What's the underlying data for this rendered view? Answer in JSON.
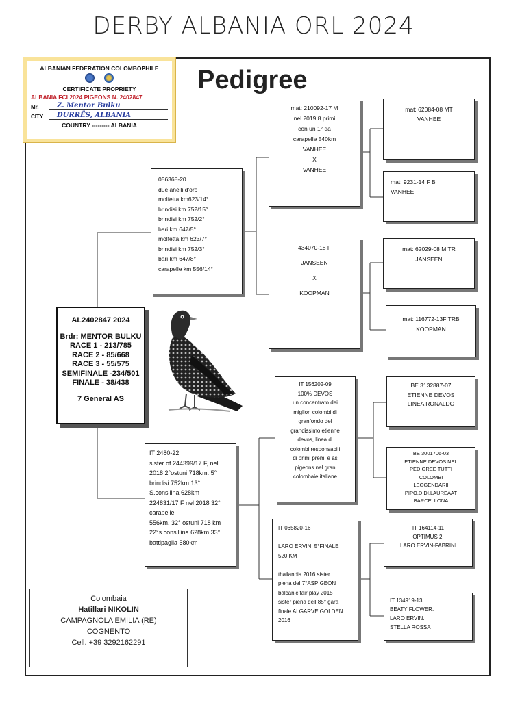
{
  "title": "DERBY ALBANIA ORL 2024",
  "heading": "Pedigree",
  "certificate": {
    "federation": "ALBANIAN FEDERATION COLOMBOPHILE",
    "certificate_label": "CERTIFICATE PROPRIETY",
    "pigeons_line": "ALBANIA FCI 2024 PIGEONS N. 2402847",
    "mr_label": "Mr.",
    "mr_value": "Z. Mentor Bulku",
    "city_label": "CITY",
    "city_value": "DURRËS, ALBANIA",
    "country_line": "COUNTRY --------- ALBANIA"
  },
  "main_bird": {
    "ring": "AL2402847 2024",
    "breeder": "Brdr: MENTOR BULKU",
    "race1": "RACE 1 - 213/785",
    "race2": "RACE 2 - 85/668",
    "race3": "RACE 3 - 55/575",
    "semifinale": "SEMIFINALE -234/501",
    "finale": "FINALE - 38/438",
    "general": "7 General AS"
  },
  "sire": {
    "text": "056368-20\ndue anelli d'oro\nmolfetta km623/14°\nbrindisi km 752/15°\nbrindisi km 752/2°\n    bari km 647/5°\nmolfetta km 623/7°\nbrindisi km 752/3°\nbari km 647/8°\ncarapelle km 556/14°"
  },
  "dam": {
    "text": "          IT 2480-22\nsister of 244399/17 F, nel\n2018 2°ostuni 718km. 5°\nbrindisi 752km 13°\nS.consilina 628km\n224831/17 F nel 2018 32°\ncarapelle\n 556km. 32° ostuni 718 km\n22°s.consillina 628km 33°\nbattipaglia 580km"
  },
  "sire_sire": {
    "text": "mat: 210092-17 M\nnel 2019 8 primi\ncon un 1° da\ncarapelle 540km\nVANHEE\nX\nVANHEE"
  },
  "sire_dam": {
    "text": "434070-18 F\nJANSEEN\nX\nKOOPMAN"
  },
  "dam_sire": {
    "text": "IT 156202-09\n100% DEVOS\nun concentrato dei\nmigliori colombi di\ngranfondo del\ngrandissimo etienne\ndevos, linea di\ncolombi responsabili\ndi primi premi e as\npigeons nel gran\ncolombaie italiane"
  },
  "dam_dam": {
    "text": "IT 065820-16\n\nLARO ERVIN. 5°FINALE\n520 KM\n\nthailandia 2016 sister\npiena del 7°ASPIGEON\nbalcanic fair play 2015\nsister piena dell 85° gara\nfinale ALGARVE GOLDEN\n2016"
  },
  "gp": {
    "sss": "mat: 62084-08 MT\nVANHEE",
    "ssd": "mat:  9231-14 F B\nVANHEE",
    "sds": "mat: 62029-08 M TR\nJANSEEN",
    "sdd": "mat: 116772-13F TRB\nKOOPMAN",
    "dss": "BE 3132887-07\nETIENNE DEVOS\nLINEA RONALDO",
    "dsd": "BE 3001706-03\nETIENNE DEVOS NEL\nPEDIGREE TUTTI\nCOLOMBI\nLEGGENDARII\nPIPO,DIDI,LAUREAAT\nBARCELLONA",
    "dds": "IT 164114-11\nOPTIMUS 2.\nLARO ERVIN-FABRINI",
    "ddd": "IT 134919-13\nBEATY FLOWER.\nLARO ERVIN.\nSTELLA ROSSA"
  },
  "breeder": {
    "line1": "Colombaia",
    "name": "Hatillari NIKOLIN",
    "address": "CAMPAGNOLA EMILIA (RE)",
    "city": "COGNENTO",
    "phone": "Cell. +39 3292162291"
  },
  "colors": {
    "cert_border": "#f9e39a",
    "cert_red": "#c0202a",
    "signature_blue": "#2a3fa0"
  }
}
